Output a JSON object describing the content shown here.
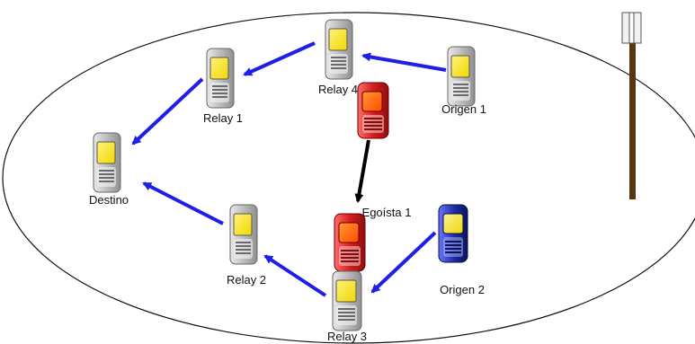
{
  "diagram": {
    "nodes": [
      {
        "id": "relay1",
        "label": "Relay 1",
        "kind": "normal"
      },
      {
        "id": "relay4",
        "label": "Relay 4",
        "kind": "normal"
      },
      {
        "id": "origen1",
        "label": "Origen 1",
        "kind": "normal"
      },
      {
        "id": "destino",
        "label": "Destino",
        "kind": "normal"
      },
      {
        "id": "egoista1",
        "label": "Egoísta 1",
        "kind": "selfish"
      },
      {
        "id": "relay2",
        "label": "Relay 2",
        "kind": "normal"
      },
      {
        "id": "relay3",
        "label": "Relay 3",
        "kind": "normal"
      },
      {
        "id": "origen2",
        "label": "Origen 2",
        "kind": "source2"
      },
      {
        "id": "egoista_red_top",
        "label": "",
        "kind": "selfish"
      }
    ],
    "edges": [
      {
        "from": "origen1",
        "to": "relay4",
        "color": "#1f1fe6"
      },
      {
        "from": "relay4",
        "to": "relay1",
        "color": "#1f1fe6"
      },
      {
        "from": "relay1",
        "to": "destino",
        "color": "#1f1fe6"
      },
      {
        "from": "egoista_red_top",
        "to": "egoista1",
        "color": "#000000"
      },
      {
        "from": "origen2",
        "to": "relay3",
        "color": "#1f1fe6"
      },
      {
        "from": "relay3",
        "to": "relay2",
        "color": "#1f1fe6"
      },
      {
        "from": "relay2",
        "to": "destino",
        "color": "#1f1fe6"
      }
    ],
    "colors": {
      "relay_screen": "#f4ea00",
      "selfish_body": "#d21c1c",
      "source2_body": "#1a2a9a",
      "phone_body": "#c9c9c9",
      "arrow_blue": "#1f1fe6",
      "tower_pole": "#5a3512"
    },
    "icons": [
      "mobile-phone-icon",
      "cell-tower-icon"
    ]
  }
}
